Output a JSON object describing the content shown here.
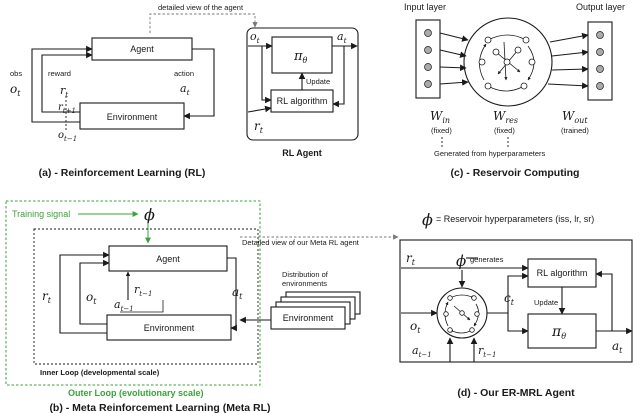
{
  "panel_a": {
    "top_link": "detailed view of the agent",
    "agent": "Agent",
    "environment": "Environment",
    "obs": "obs",
    "obs_sym": "o",
    "obs_sub": "t",
    "reward": "reward",
    "reward_sym": "r",
    "reward_sub": "t",
    "reward_next_sym": "r",
    "reward_next_sub": "t+1",
    "obs_prev_sym": "o",
    "obs_prev_sub": "t−1",
    "action": "action",
    "action_sym": "a",
    "action_sub": "t",
    "caption": "(a) - Reinforcement Learning (RL)"
  },
  "panel_a2": {
    "o_sym": "o",
    "o_sub": "t",
    "a_sym": "a",
    "a_sub": "t",
    "r_sym": "r",
    "r_sub": "t",
    "pi_sym": "π",
    "pi_sub": "θ",
    "update": "Update",
    "rl_algorithm": "RL algorithm",
    "title": "RL Agent"
  },
  "panel_c": {
    "input_layer": "Input layer",
    "output_layer": "Output layer",
    "w_in_sym": "W",
    "w_in_sub": "in",
    "w_in_note": "(fixed)",
    "w_res_sym": "W",
    "w_res_sub": "res",
    "w_res_note": "(fixed)",
    "w_out_sym": "W",
    "w_out_sub": "out",
    "w_out_note": "(trained)",
    "generated": "Generated from hyperparameters",
    "caption": "(c) - Reservoir Computing"
  },
  "panel_b": {
    "training_signal": "Training signal",
    "phi": "ϕ",
    "agent": "Agent",
    "environment": "Environment",
    "r_sym": "r",
    "r_sub": "t",
    "o_sym": "o",
    "o_sub": "t",
    "a_sym": "a",
    "a_sub": "t",
    "rin_sym": "r",
    "rin_sub": "t−1",
    "ain_sym": "a",
    "ain_sub": "t−1",
    "distribution": "Distribution of",
    "environments": "environments",
    "env_stack": "Environment",
    "inner_loop": "Inner Loop (developmental scale)",
    "outer_loop": "Outer Loop (evolutionary scale)",
    "detail_link": "Detailed view of our Meta RL agent",
    "caption": "(b) - Meta Reinforcement Learning (Meta RL)"
  },
  "panel_d": {
    "phi": "ϕ",
    "hyper_text": "= Reservoir hyperparameters (iss, lr, sr)",
    "generates": "generates",
    "r_sym": "r",
    "r_sub": "t",
    "o_sym": "o",
    "o_sub": "t",
    "c_sym": "c",
    "c_sub": "t",
    "rl_algorithm": "RL algorithm",
    "update": "Update",
    "pi_sym": "π",
    "pi_sub": "θ",
    "a_sym": "a",
    "a_sub": "t",
    "ain_sym": "a",
    "ain_sub": "t−1",
    "rin_sym": "r",
    "rin_sub": "t−1",
    "caption": "(d) - Our ER-MRL Agent"
  },
  "colors": {
    "green": "#3aa33a",
    "ink": "#1a1a1a",
    "node_fill": "#aaaaaa"
  }
}
